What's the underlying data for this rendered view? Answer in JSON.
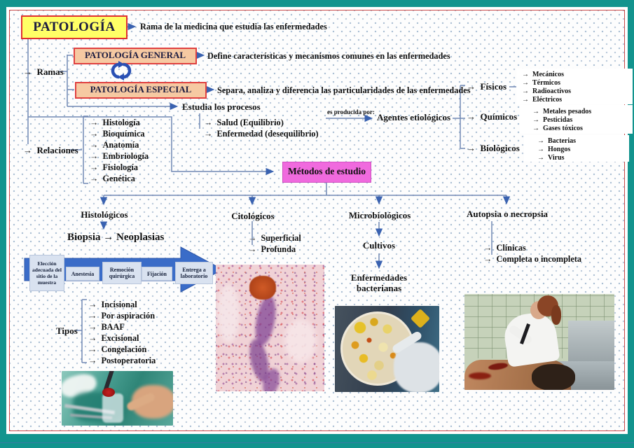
{
  "palette": {
    "border_teal": "#12948e",
    "accent_red": "#cf3a3a",
    "title_yellow": "#ffff66",
    "box_salmon": "#f6c9a2",
    "box_pink": "#f06ade",
    "line_blue": "#7088b4",
    "arrow_blue": "#3a62b0",
    "process_arrow_blue": "#3a6cc8"
  },
  "title": {
    "label": "PATOLOGÍA",
    "definition": "Rama de la medicina que estudia las enfermedades"
  },
  "ramas": {
    "label": "Ramas",
    "general_label": "PATOLOGÍA GENERAL",
    "general_def": "Define características y mecanismos comunes en las enfermedades",
    "especial_label": "PATOLOGÍA ESPECIAL",
    "especial_def": "Separa, analiza y diferencia las particularidades de las enfermedades"
  },
  "procesos": {
    "label": "Estudia los procesos",
    "items": [
      "Salud (Equilibrio)",
      "Enfermedad (desequilibrio)"
    ],
    "produced_by_label": "es producida por:"
  },
  "agentes": {
    "label": "Agentes etiológicos",
    "fisicos_label": "Físicos",
    "fisicos_items": [
      "Mecánicos",
      "Térmicos",
      "Radioactivos",
      "Eléctricos"
    ],
    "quimicos_label": "Químicos",
    "quimicos_items": [
      "Metales pesados",
      "Pesticidas",
      "Gases tóxicos"
    ],
    "biologicos_label": "Biológicos",
    "biologicos_items": [
      "Bacterias",
      "Hongos",
      "Virus"
    ]
  },
  "relaciones": {
    "label": "Relaciones",
    "items": [
      "Histología",
      "Bioquímica",
      "Anatomía",
      "Embriología",
      "Fisiología",
      "Genética"
    ]
  },
  "metodos": {
    "label": "Métodos de estudio"
  },
  "histologicos": {
    "label": "Histológicos",
    "biopsia_line": "Biopsia → Neoplasias",
    "steps": [
      "Elección adecuada del sitio de la muestra",
      "Anestesia",
      "Remoción quirúrgica",
      "Fijación",
      "Entrega a laboratorio"
    ],
    "tipos_label": "Tipos",
    "tipos_items": [
      "Incisional",
      "Por aspiración",
      "BAAF",
      "Excisional",
      "Congelación",
      "Postoperatoria"
    ]
  },
  "citologicos": {
    "label": "Citológicos",
    "items": [
      "Superficial",
      "Profunda"
    ]
  },
  "microbiologicos": {
    "label": "Microbiológicos",
    "cultivos_label": "Cultivos",
    "result_line1": "Enfermedades",
    "result_line2": "bacterianas"
  },
  "autopsia": {
    "label": "Autopsia o necropsia",
    "items": [
      "Clínicas",
      "Completa o incompleta"
    ]
  }
}
